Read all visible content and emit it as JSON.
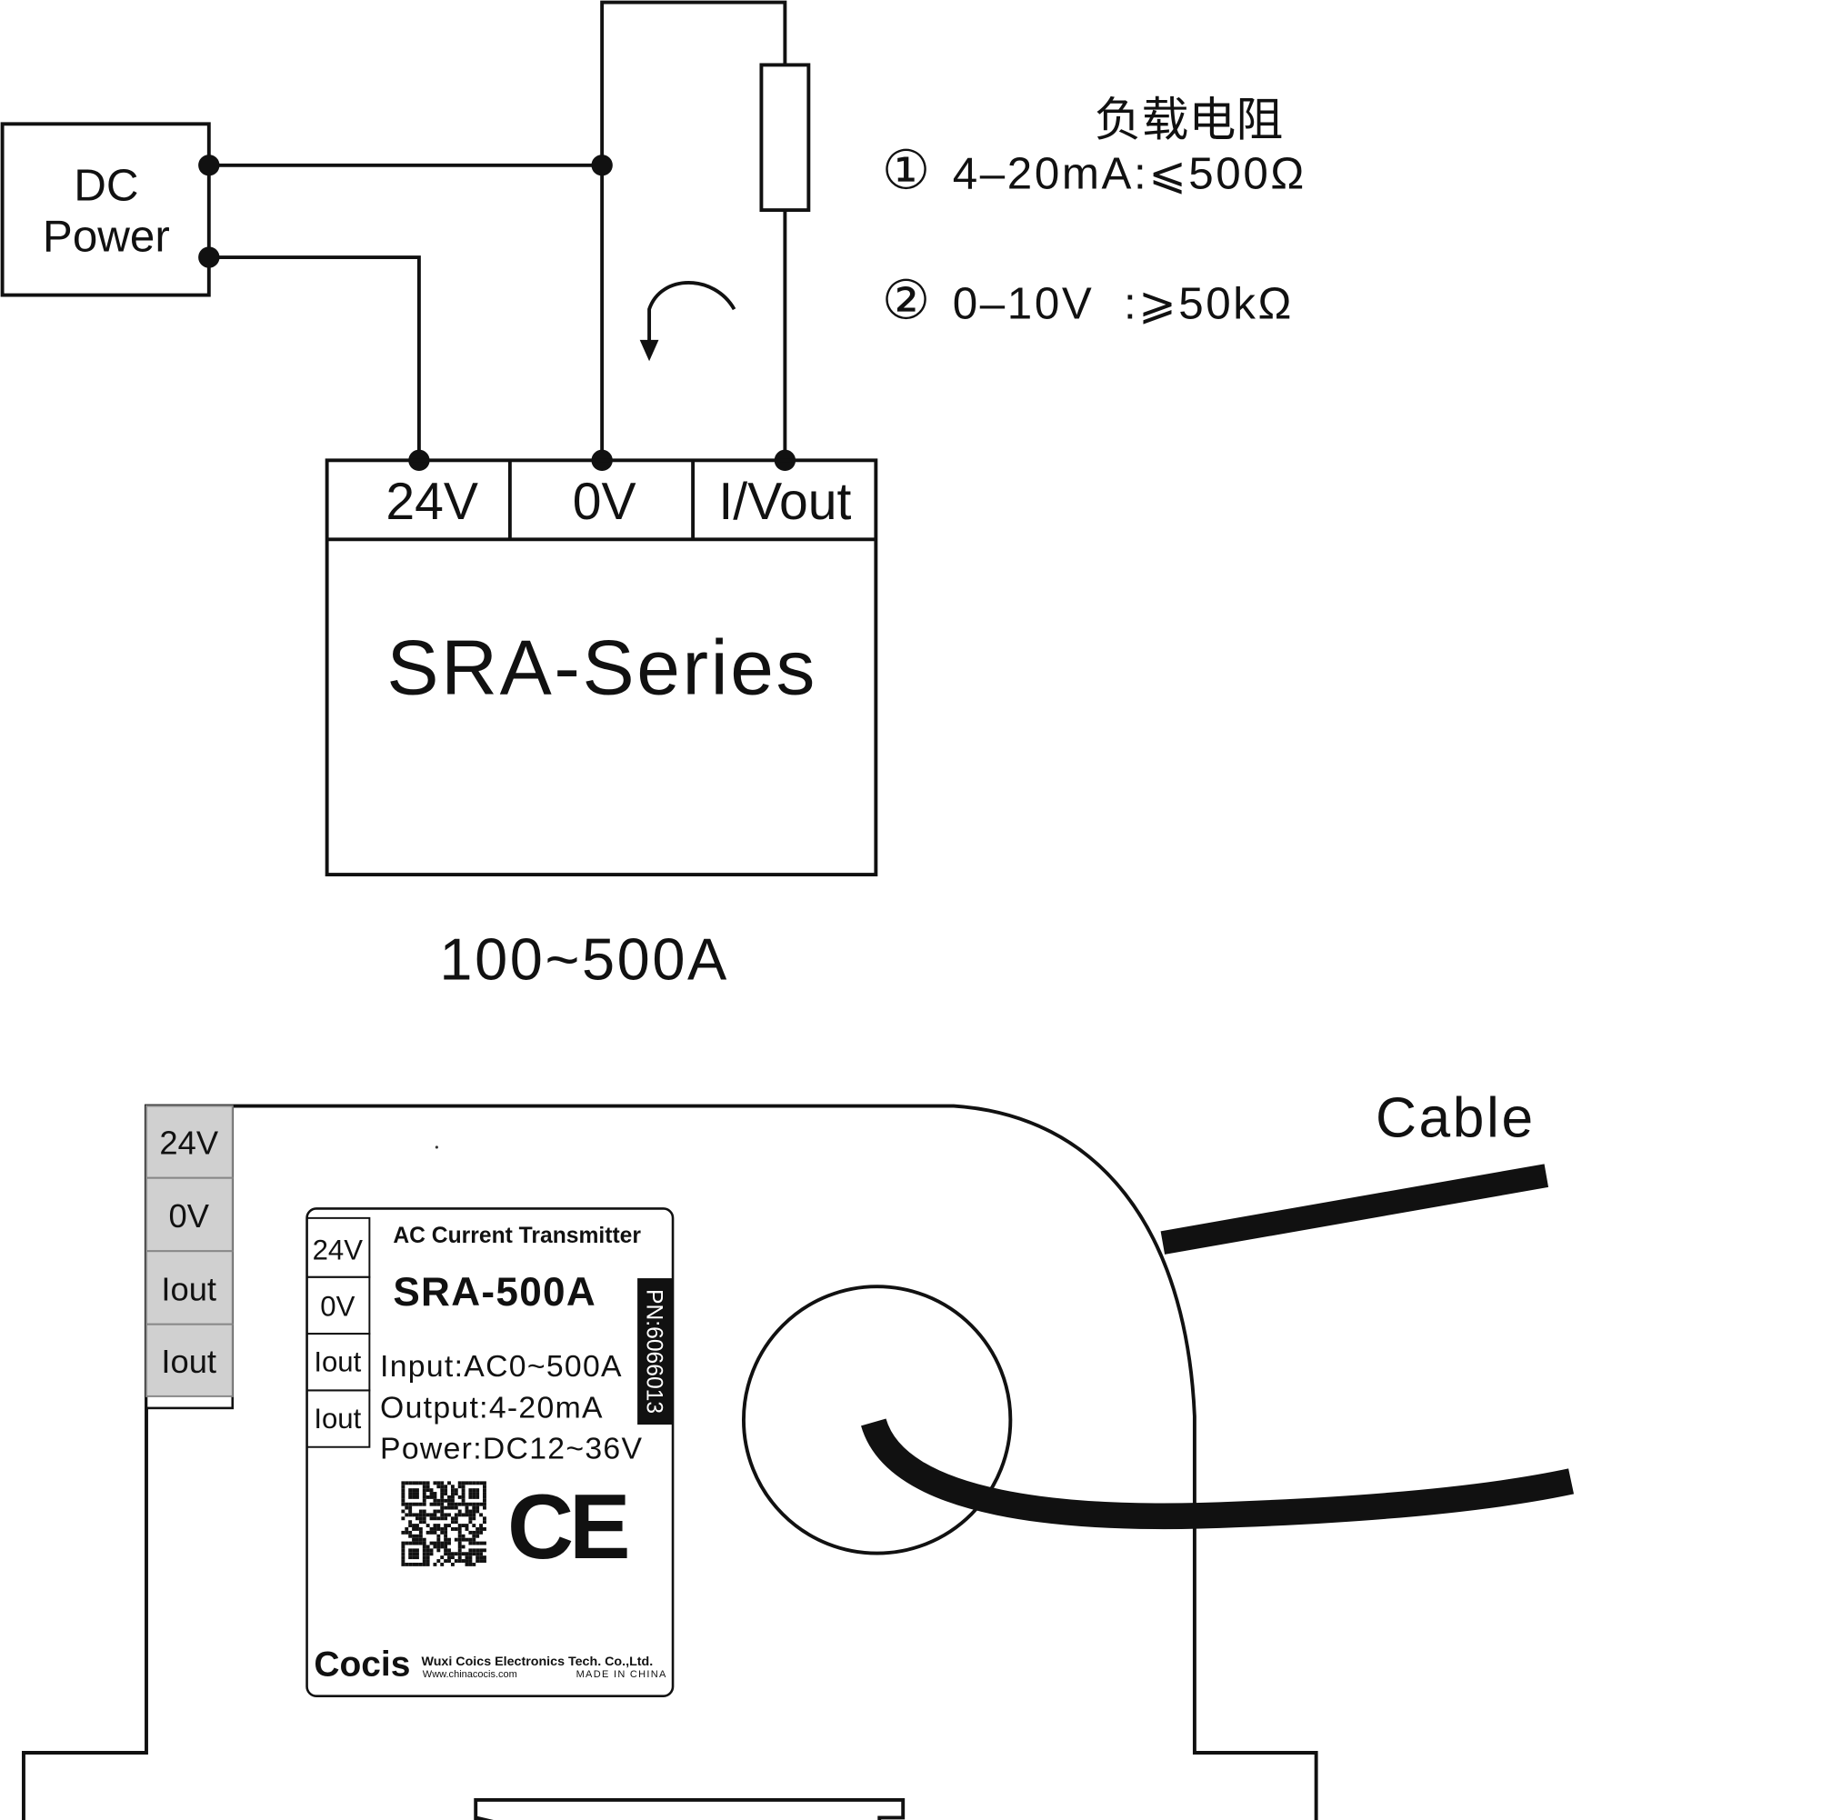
{
  "wiring": {
    "power_box": {
      "line1": "DC",
      "line2": "Power"
    },
    "terminals": [
      "24V",
      "0V",
      "I/Vout"
    ],
    "device_name": "SRA-Series",
    "range": "100~500A",
    "load_title": "负载电阻",
    "load_items": [
      {
        "marker": "①",
        "text": "4–20mA:⩽500Ω"
      },
      {
        "marker": "②",
        "text": "0–10V  :⩾50kΩ"
      }
    ]
  },
  "device": {
    "side_terminals": [
      "24V",
      "0V",
      "Iout",
      "Iout"
    ],
    "cable_label": "Cable",
    "label": {
      "terminals": [
        "24V",
        "0V",
        "Iout",
        "Iout"
      ],
      "title": "AC Current Transmitter",
      "model": "SRA-500A",
      "pn": "PN:6066013",
      "specs": [
        "Input:AC0~500A",
        "Output:4-20mA",
        "Power:DC12~36V"
      ],
      "ce_mark": "CE",
      "brand": "Cocis",
      "company": "Wuxi Coics Electronics Tech. Co.,Ltd.",
      "website": "Www.chinacocis.com",
      "origin": "MADE IN CHINA"
    }
  }
}
